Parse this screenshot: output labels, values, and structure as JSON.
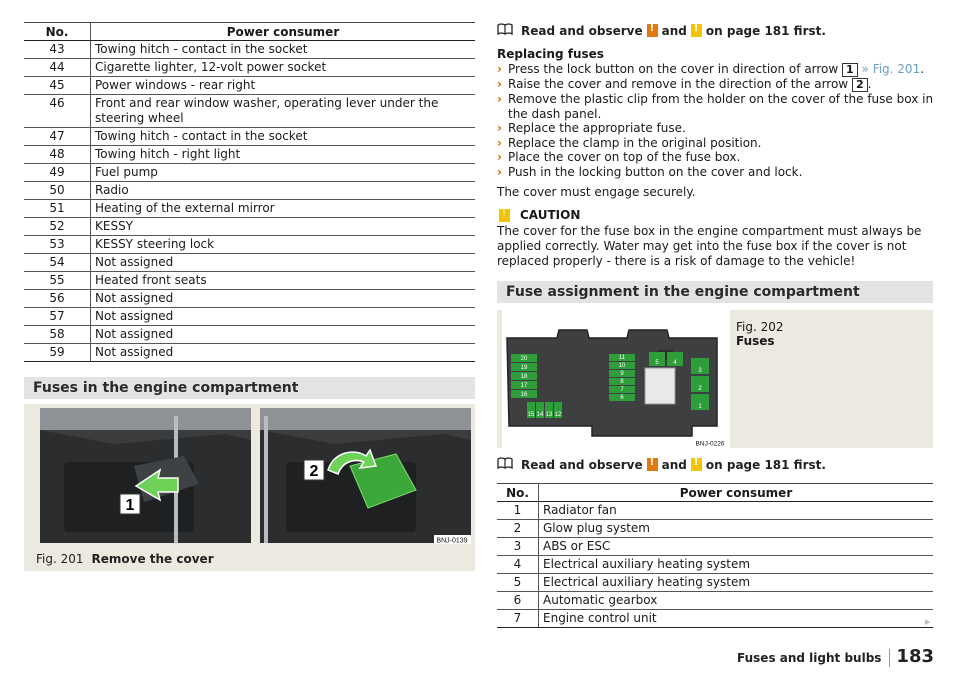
{
  "left_table": {
    "header_no": "No.",
    "header_consumer": "Power consumer",
    "rows": [
      {
        "no": "43",
        "text": "Towing hitch - contact in the socket"
      },
      {
        "no": "44",
        "text": "Cigarette lighter, 12-volt power socket"
      },
      {
        "no": "45",
        "text": "Power windows - rear right"
      },
      {
        "no": "46",
        "text": "Front and rear window washer, operating lever under the steering wheel"
      },
      {
        "no": "47",
        "text": "Towing hitch - contact in the socket"
      },
      {
        "no": "48",
        "text": "Towing hitch - right light"
      },
      {
        "no": "49",
        "text": "Fuel pump"
      },
      {
        "no": "50",
        "text": "Radio"
      },
      {
        "no": "51",
        "text": "Heating of the external mirror"
      },
      {
        "no": "52",
        "text": "KESSY"
      },
      {
        "no": "53",
        "text": "KESSY steering lock"
      },
      {
        "no": "54",
        "text": "Not assigned"
      },
      {
        "no": "55",
        "text": "Heated front seats"
      },
      {
        "no": "56",
        "text": "Not assigned"
      },
      {
        "no": "57",
        "text": "Not assigned"
      },
      {
        "no": "58",
        "text": "Not assigned"
      },
      {
        "no": "59",
        "text": "Not assigned"
      }
    ]
  },
  "section_fuses_engine": "Fuses in the engine compartment",
  "fig201": {
    "label_1": "1",
    "label_2": "2",
    "code": "BNJ-0139",
    "caption_num": "Fig. 201",
    "caption_text": "Remove the cover"
  },
  "read_observe": {
    "prefix": "Read and observe",
    "and": "and",
    "suffix": "on page 181 first."
  },
  "replacing": {
    "heading": "Replacing fuses",
    "step1_a": "Press the lock button on the cover in direction of arrow",
    "step1_key": "1",
    "step1_ref": "» Fig. 201",
    "step2_a": "Raise the cover and remove in the direction of the arrow",
    "step2_key": "2",
    "step3": "Remove the plastic clip from the holder on the cover of the fuse box in the dash panel.",
    "step4": "Replace the appropriate fuse.",
    "step5": "Replace the clamp in the original position.",
    "step6": "Place the cover on top of the fuse box.",
    "step7": "Push in the locking button on the cover and lock.",
    "engage": "The cover must engage securely."
  },
  "caution": {
    "title": "CAUTION",
    "text": "The cover for the fuse box in the engine compartment must always be applied correctly. Water may get into the fuse box if the cover is not replaced properly - there is a risk of damage to the vehicle!"
  },
  "section_assignment": "Fuse assignment in the engine compartment",
  "fig202": {
    "caption_num": "Fig. 202",
    "caption_text": "Fuses",
    "code": "BNJ-0226",
    "fuse_labels_left": [
      "20",
      "19",
      "18",
      "17",
      "16"
    ],
    "fuse_labels_mid": [
      "11",
      "10",
      "9",
      "8",
      "7",
      "6"
    ],
    "fuse_labels_top": [
      "5",
      "4"
    ],
    "fuse_labels_right": [
      "3",
      "2",
      "1"
    ],
    "fuse_labels_bottom": [
      "15",
      "14",
      "13",
      "12"
    ]
  },
  "right_table": {
    "header_no": "No.",
    "header_consumer": "Power consumer",
    "rows": [
      {
        "no": "1",
        "text": "Radiator fan"
      },
      {
        "no": "2",
        "text": "Glow plug system"
      },
      {
        "no": "3",
        "text": "ABS or ESC"
      },
      {
        "no": "4",
        "text": "Electrical auxiliary heating system"
      },
      {
        "no": "5",
        "text": "Electrical auxiliary heating system"
      },
      {
        "no": "6",
        "text": "Automatic gearbox"
      },
      {
        "no": "7",
        "text": "Engine control unit"
      }
    ]
  },
  "footer": {
    "section": "Fuses and light bulbs",
    "page": "183"
  },
  "colors": {
    "orange_warning": "#e07a10",
    "yellow_note": "#f2c500",
    "fuse_green": "#2f9e3a",
    "chevron": "#c77000"
  }
}
